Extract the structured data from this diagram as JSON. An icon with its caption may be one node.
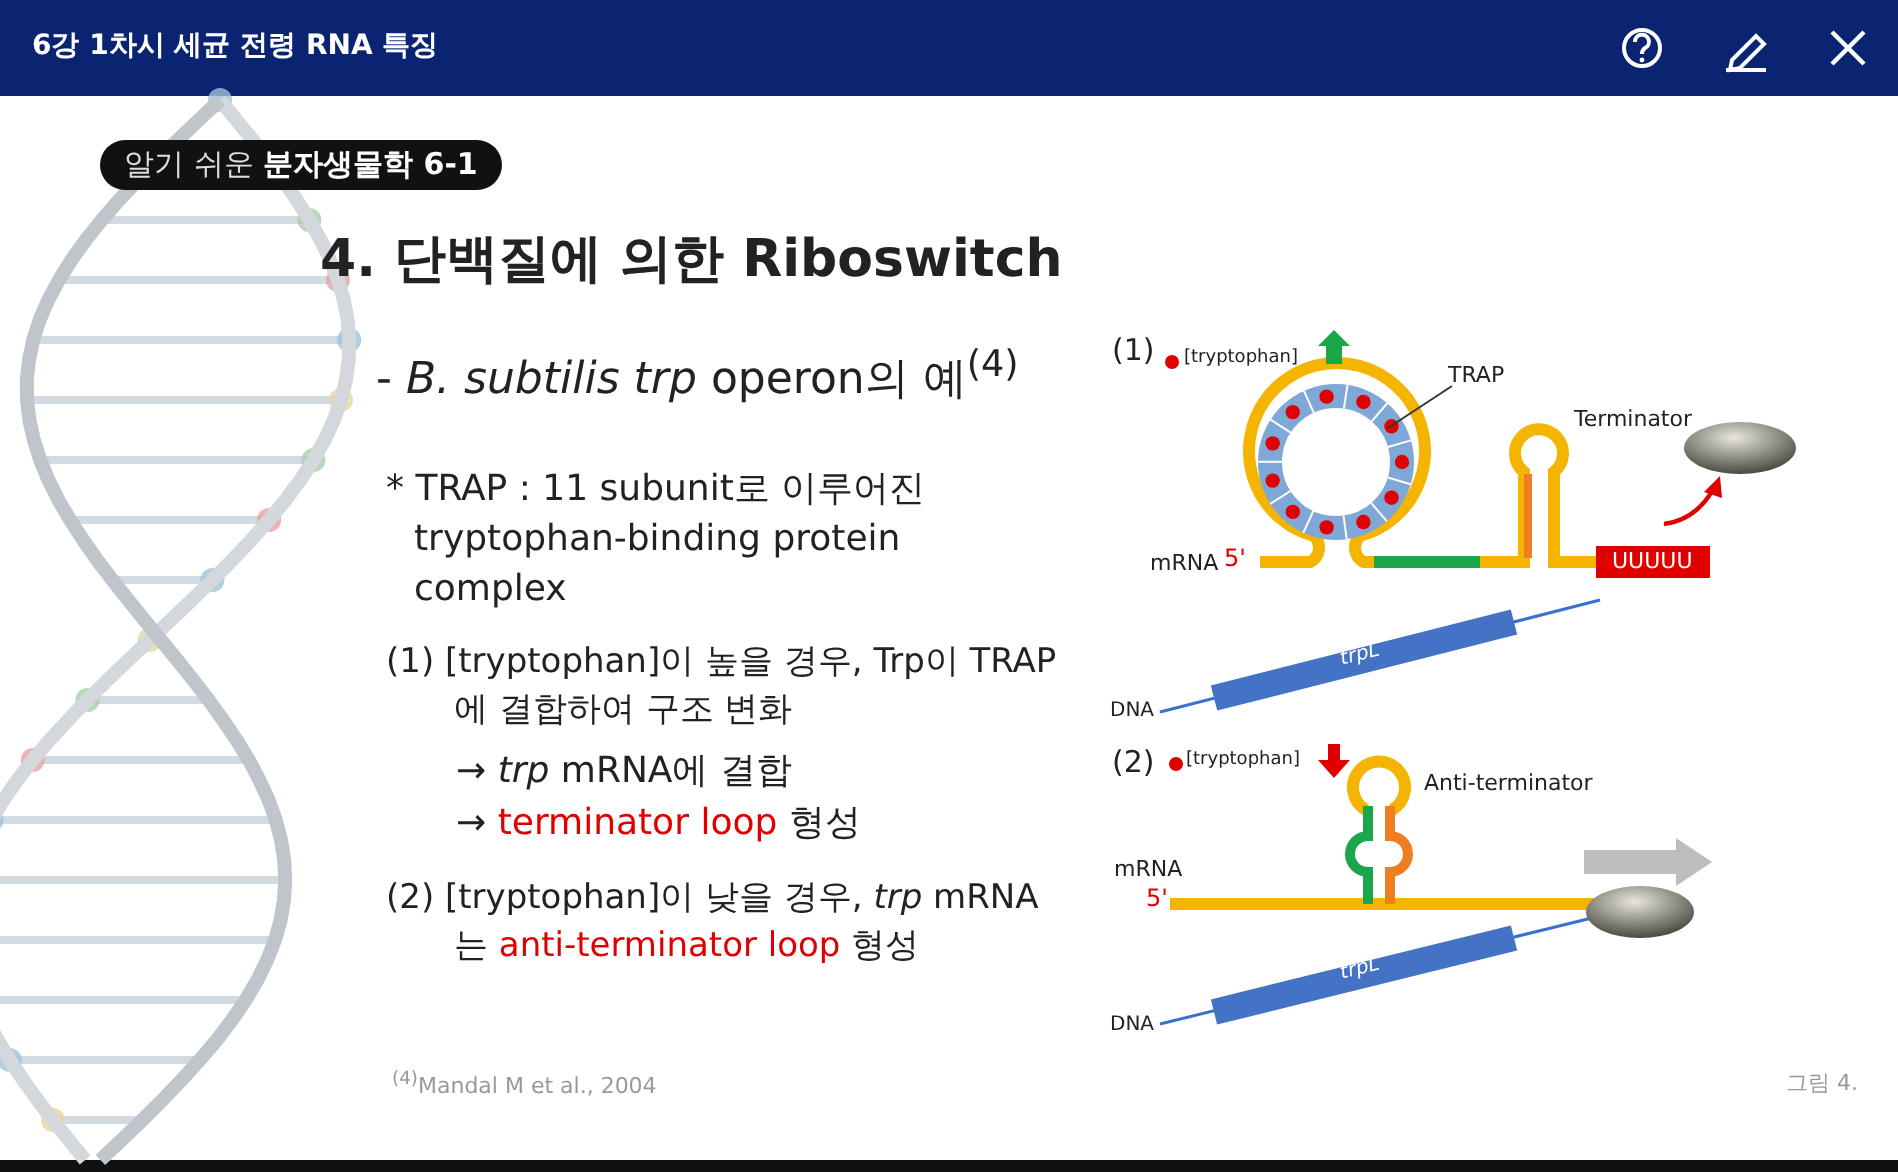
{
  "diagram": {
    "title": "4. 단백질에 의한 Riboswitch",
    "nodes": [
      {
        "text": [
          "TRAP"
        ]
      },
      {
        "text": [],
        "shape": "circle"
      }
    ],
    "edges": [
      {
        "from": 0,
        "to": 1,
        "arrow": "none"
      }
    ],
    "labels": [
      "6강 1차시 세균 전령 RNA 특징",
      "알기 쉬운 **분자생물학 6-1**",
      "- *B. subtilis trp* operon의 예$^{(4)}$",
      "* TRAP : 11 subunit로 이루어진 tryptophan-binding protein complex",
      "(1) [tryptophan]이 높을 경우, Trp이 TRAP에 결합하여 구조 변화",
      "→ *trp* mRNA에 결합",
      "→ **terminator loop** 형성",
      "(2) [tryptophan]이 낮을 경우, *trp* mRNA는 **anti-terminator loop** 형성",
      "$^{(4)}$Mandal M et al., 2004",
      "(1)",
      "[tryptophan]",
      "Terminator",
      "mRNA",
      "5'",
      "UUUUU",
      "*trpL*",
      "DNA",
      "(2)",
      "[tryptophan]",
      "Anti-terminator",
      "mRNA",
      "5'",
      "*trpL*",
      "DNA",
      "그림 4."
    ]
  }
}
